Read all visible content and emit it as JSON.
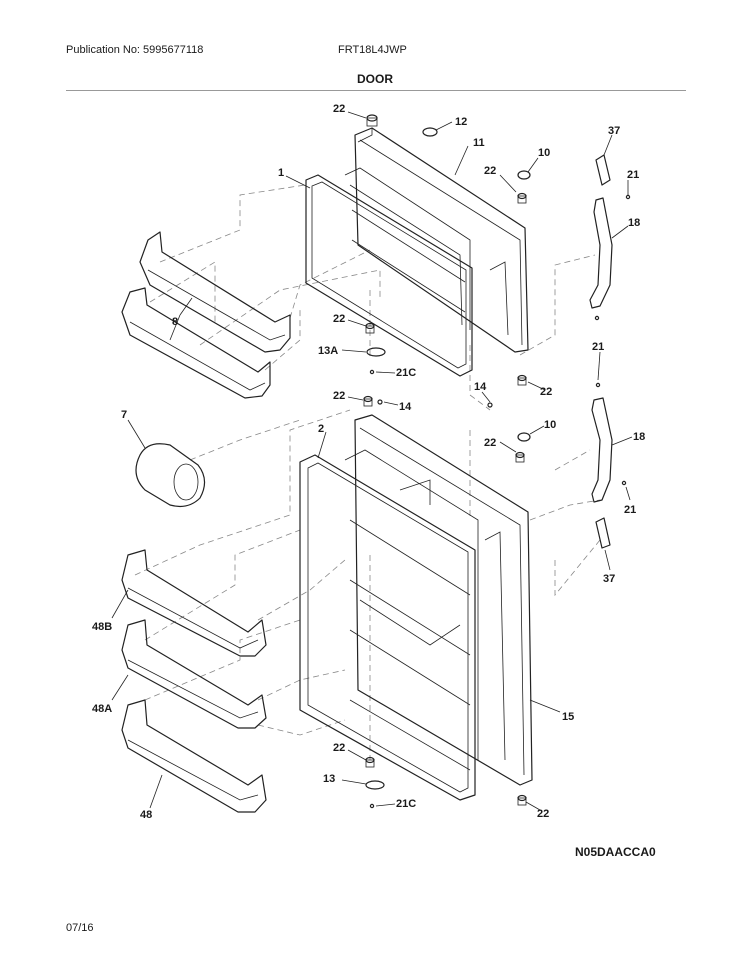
{
  "header": {
    "publication": "Publication No: 5995677118",
    "model": "FRT18L4JWP",
    "section": "DOOR"
  },
  "diagram": {
    "code": "N05DAACCA0",
    "part_labels": {
      "p22a": "22",
      "p12": "12",
      "p11": "11",
      "p10a": "10",
      "p22b": "22",
      "p37a": "37",
      "p21a": "21",
      "p1": "1",
      "p18a": "18",
      "p8": "8",
      "p22c": "22",
      "p13a": "13A",
      "p21c_a": "21C",
      "p21b": "21",
      "p22d": "22",
      "p14a": "14",
      "p22e": "22",
      "p14b": "14",
      "p7": "7",
      "p2": "2",
      "p10b": "10",
      "p22f": "22",
      "p18b": "18",
      "p21d": "21",
      "p37b": "37",
      "p48b": "48B",
      "p48a": "48A",
      "p15": "15",
      "p48": "48",
      "p22g": "22",
      "p13": "13",
      "p21c_b": "21C",
      "p22h": "22"
    }
  },
  "footer": {
    "date": "07/16"
  }
}
